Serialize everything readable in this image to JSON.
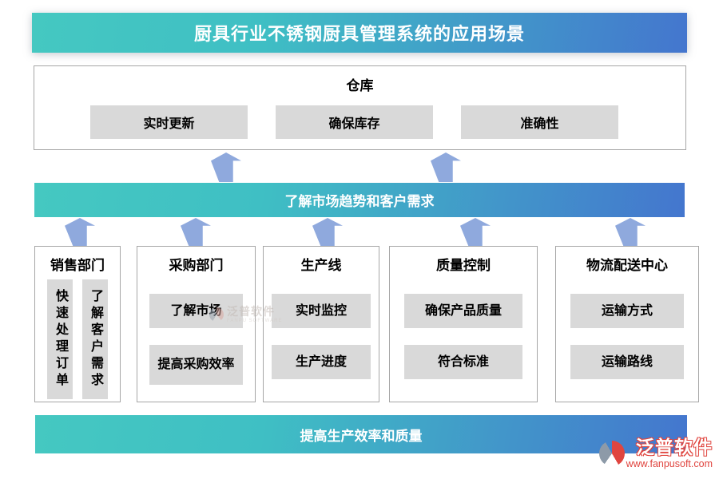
{
  "title": "厨具行业不锈钢厨具管理系统的应用场景",
  "warehouse": {
    "title": "仓库",
    "items": [
      "实时更新",
      "确保库存",
      "准确性"
    ]
  },
  "market_banner": {
    "label": "了解市场趋势和客户需求"
  },
  "departments": [
    {
      "title": "销售部门",
      "items": [
        "快速处理订单",
        "了解客户需求"
      ]
    },
    {
      "title": "采购部门",
      "items": [
        "了解市场",
        "提高采购效率"
      ]
    },
    {
      "title": "生产线",
      "items": [
        "实时监控",
        "生产进度"
      ]
    },
    {
      "title": "质量控制",
      "items": [
        "确保产品质量",
        "符合标准"
      ]
    },
    {
      "title": "物流配送中心",
      "items": [
        "运输方式",
        "运输路线"
      ]
    }
  ],
  "result_banner": {
    "label": "提高生产效率和质量"
  },
  "watermark": {
    "name": "泛普软件",
    "subname": "FANPU SOFTWARE"
  },
  "logo": {
    "brand": "泛普软件",
    "website": "www.fanpusoft.com"
  },
  "colors": {
    "gradient_start": "#45C8C1",
    "gradient_end": "#4476CE",
    "node_bg": "#D9D9D9",
    "arrow": "#8FA9DD",
    "box_border": "#A6A6A6",
    "brand_red": "#E0453F"
  }
}
